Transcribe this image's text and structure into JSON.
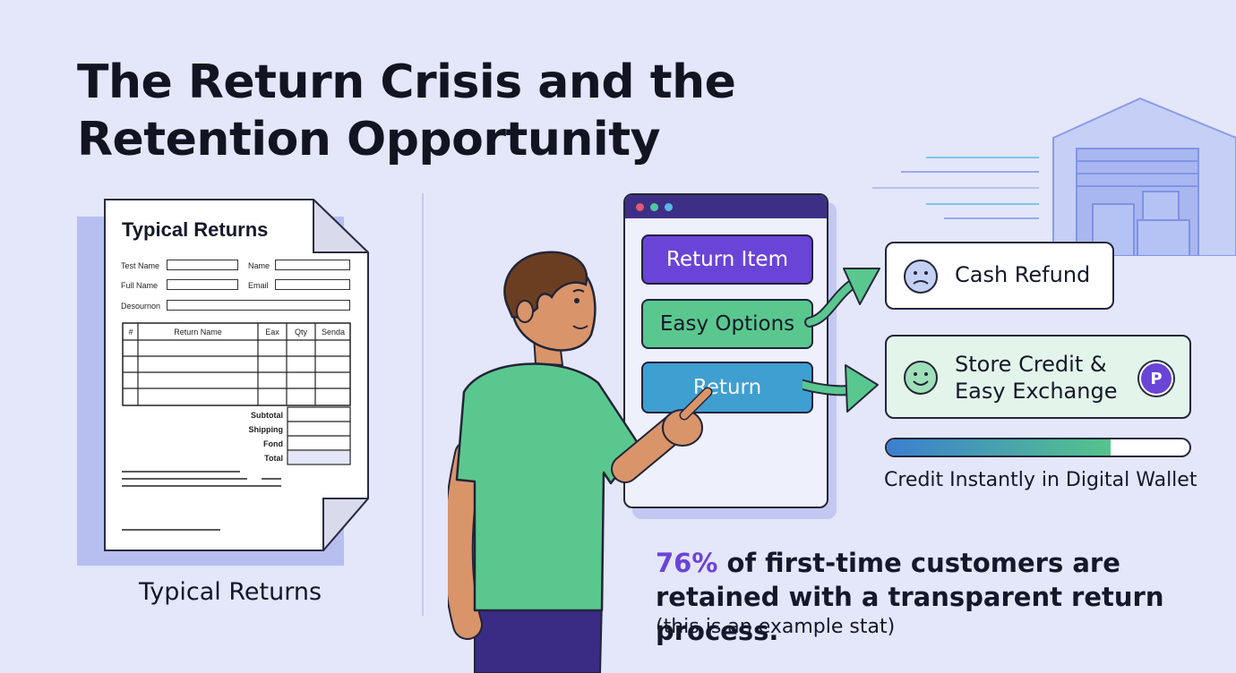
{
  "title": "The Return Crisis and the Retention Opportunity",
  "document": {
    "heading": "Typical Returns",
    "fields": {
      "test_name": "Test Name",
      "name": "Name",
      "full_name": "Full Name",
      "email": "Email",
      "description": "Desournon"
    },
    "table_headers": [
      "#",
      "Return Name",
      "Eax",
      "Qty",
      "Senda"
    ],
    "totals": [
      "Subtotal",
      "Shipping",
      "Fond",
      "Total"
    ],
    "caption": "Typical Returns"
  },
  "browser": {
    "buttons": {
      "return_item": "Return Item",
      "easy_options": "Easy Options",
      "return": "Return"
    },
    "dot_colors": [
      "#e05a73",
      "#4fc7a0",
      "#59b7e6"
    ]
  },
  "options": {
    "cash_refund": "Cash Refund",
    "store_credit": "Store Credit & Easy Exchange",
    "badge": "P"
  },
  "wallet": {
    "progress": 0.74,
    "caption": "Credit Instantly in Digital Wallet"
  },
  "stat": {
    "percent": "76%",
    "text": " of first-time customers are retained with a transparent return process.",
    "note": "(this is an example stat)"
  },
  "colors": {
    "background": "#e4e6fa",
    "accent_purple": "#6a44d6",
    "accent_green": "#5ac88e",
    "accent_blue": "#3f9fd0"
  }
}
